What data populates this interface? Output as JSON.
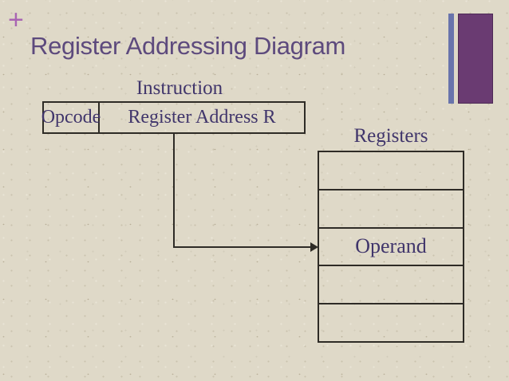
{
  "slide": {
    "plus_marker": "+",
    "title": "Register Addressing Diagram"
  },
  "diagram": {
    "instruction_label": "Instruction",
    "instruction_fields": [
      {
        "label": "Opcode"
      },
      {
        "label": "Register Address R"
      }
    ],
    "registers_label": "Registers",
    "register_rows": [
      "",
      "",
      "Operand",
      "",
      ""
    ],
    "operand_row_index": 2,
    "arrow": "from Register Address R field to Operand register row"
  },
  "colors": {
    "background": "#dfd9c8",
    "title_text": "#5d4a7d",
    "plus_marker": "#a965b3",
    "diagram_text": "#40356b",
    "line": "#2e2b26",
    "accent_bar_thin": "#6974ac",
    "accent_bar_wide": "#6a3b72"
  }
}
